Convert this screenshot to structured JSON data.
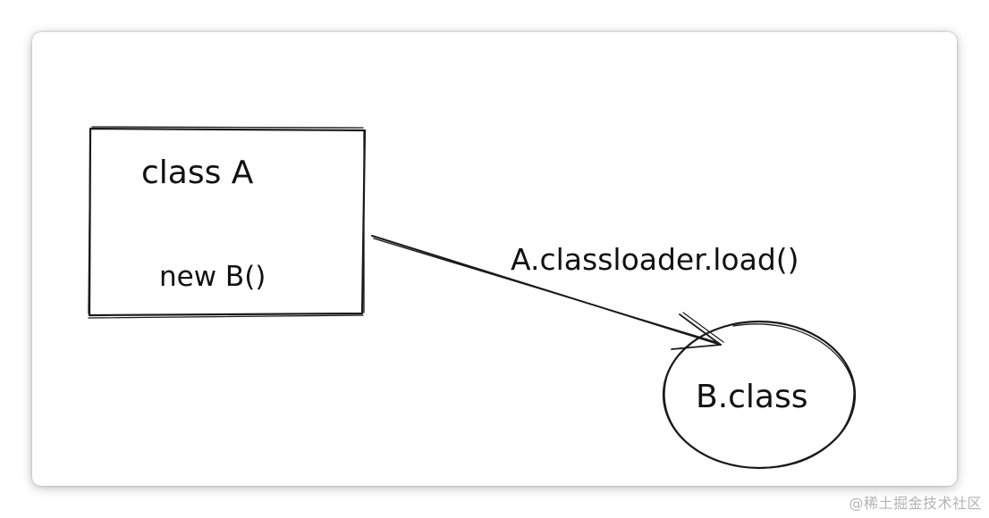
{
  "diagram": {
    "nodes": {
      "class_a": {
        "title": "class A",
        "body": "new B()"
      },
      "b_class": {
        "label": "B.class"
      }
    },
    "edge": {
      "label": "A.classloader.load()"
    }
  },
  "watermark": "@稀土掘金技术社区"
}
